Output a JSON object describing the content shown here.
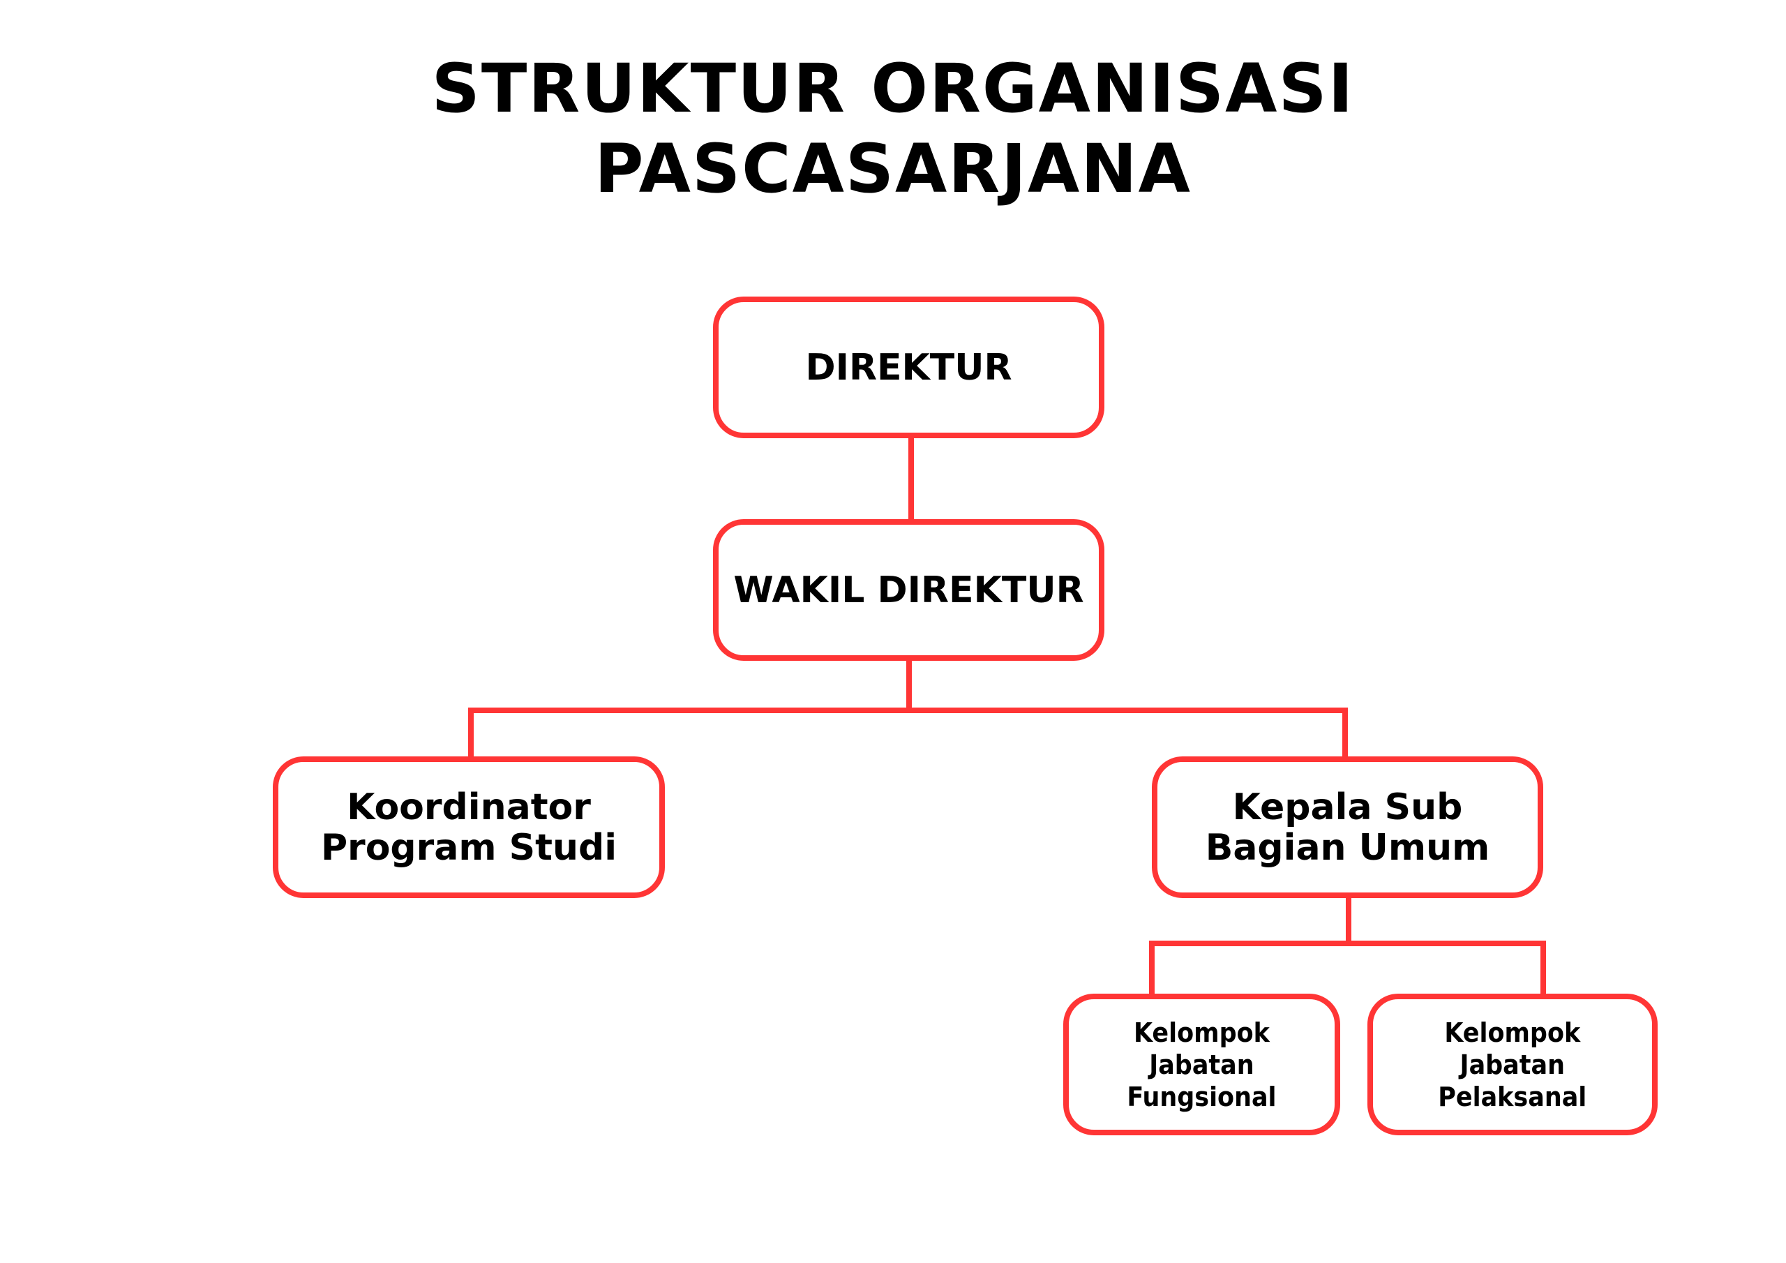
{
  "title": {
    "line1": "STRUKTUR ORGANISASI",
    "line2": "PASCASARJANA"
  },
  "nodes": {
    "direktur": "DIREKTUR",
    "wakil_direktur": "WAKIL DIREKTUR",
    "koordinator": {
      "line1": "Koordinator",
      "line2": "Program Studi"
    },
    "kepala_sub": {
      "line1": "Kepala Sub",
      "line2": "Bagian Umum"
    },
    "fungsional": {
      "line1": "Kelompok",
      "line2": "Jabatan",
      "line3": "Fungsional"
    },
    "pelaksanal": {
      "line1": "Kelompok",
      "line2": "Jabatan",
      "line3": "Pelaksanal"
    }
  },
  "colors": {
    "accent": "#ff3535",
    "text": "#000000"
  }
}
